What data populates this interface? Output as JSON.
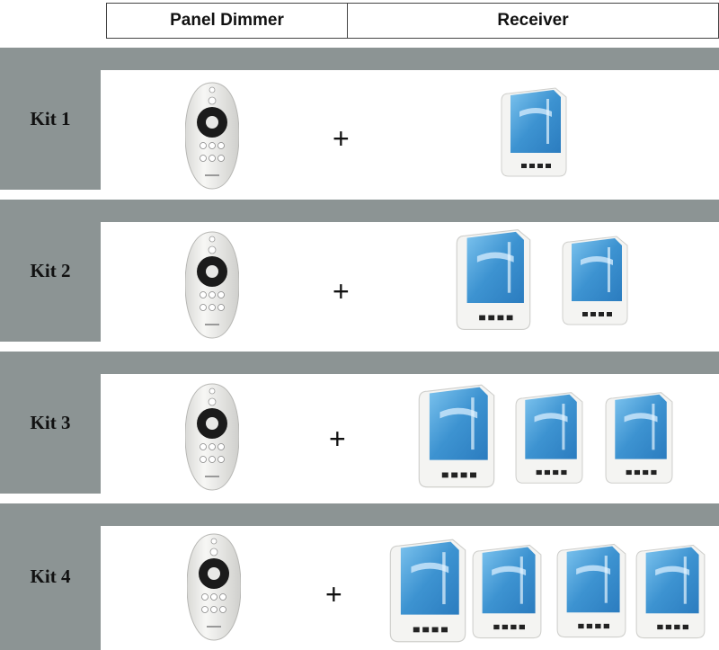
{
  "header": {
    "col_dimmer": "Panel Dimmer",
    "col_receiver": "Receiver"
  },
  "kits": [
    {
      "label": "Kit 1",
      "plus": "+",
      "receivers": 1
    },
    {
      "label": "Kit 2",
      "plus": "+",
      "receivers": 2
    },
    {
      "label": "Kit 3",
      "plus": "+",
      "receivers": 3
    },
    {
      "label": "Kit 4",
      "plus": "+",
      "receivers": 4
    }
  ],
  "colors": {
    "band": "#8c9494",
    "receiver_blue": "#4a9fd8",
    "remote_white": "#f2f2f0"
  }
}
